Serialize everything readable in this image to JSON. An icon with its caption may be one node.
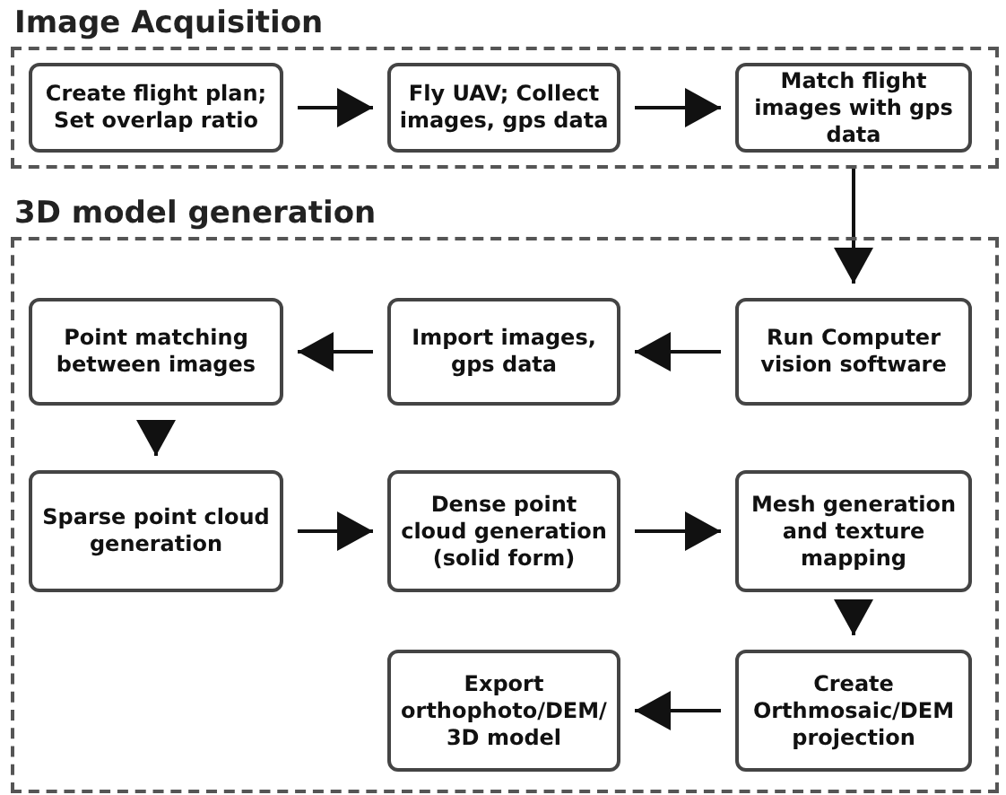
{
  "diagram": {
    "nodes": [
      {
        "text": [
          "Image Acquisition"
        ]
      },
      {
        "text": [
          "Create flight plan; Set overlap ratio"
        ],
        "in": 0
      },
      {
        "text": [
          "Fly UAV; Collect images, gps data"
        ],
        "in": 0
      },
      {
        "text": [
          "Match flight images with gps data"
        ],
        "in": 0
      },
      {
        "text": [
          "3D model generation"
        ]
      },
      {
        "text": [
          "Run Computer vision software"
        ],
        "in": 4
      },
      {
        "text": [
          "Import images, gps data"
        ],
        "in": 4
      },
      {
        "text": [
          "Point matching between images"
        ],
        "in": 4
      },
      {
        "text": [
          "Sparse point cloud generation"
        ],
        "in": 4
      },
      {
        "text": [
          "Dense point cloud generation (solid form)"
        ],
        "in": 4
      },
      {
        "text": [
          "Mesh generation and texture mapping"
        ],
        "in": 4
      },
      {
        "text": [
          "Create Orthmosaic/DEM projection"
        ],
        "in": 4
      },
      {
        "text": [
          "Export orthophoto/DEM/ 3D model"
        ],
        "in": 4
      }
    ],
    "edges": [
      {
        "from": 1,
        "to": 2,
        "arrow": "to"
      },
      {
        "from": 2,
        "to": 3,
        "arrow": "to"
      },
      {
        "from": 3,
        "to": 5,
        "arrow": "to"
      },
      {
        "from": 5,
        "to": 6,
        "arrow": "to"
      },
      {
        "from": 6,
        "to": 7,
        "arrow": "to"
      },
      {
        "from": 7,
        "to": 8,
        "arrow": "to"
      },
      {
        "from": 8,
        "to": 9,
        "arrow": "to"
      },
      {
        "from": 9,
        "to": 10,
        "arrow": "to"
      },
      {
        "from": 10,
        "to": 11,
        "arrow": "to"
      },
      {
        "from": 11,
        "to": 12,
        "arrow": "to"
      }
    ]
  }
}
